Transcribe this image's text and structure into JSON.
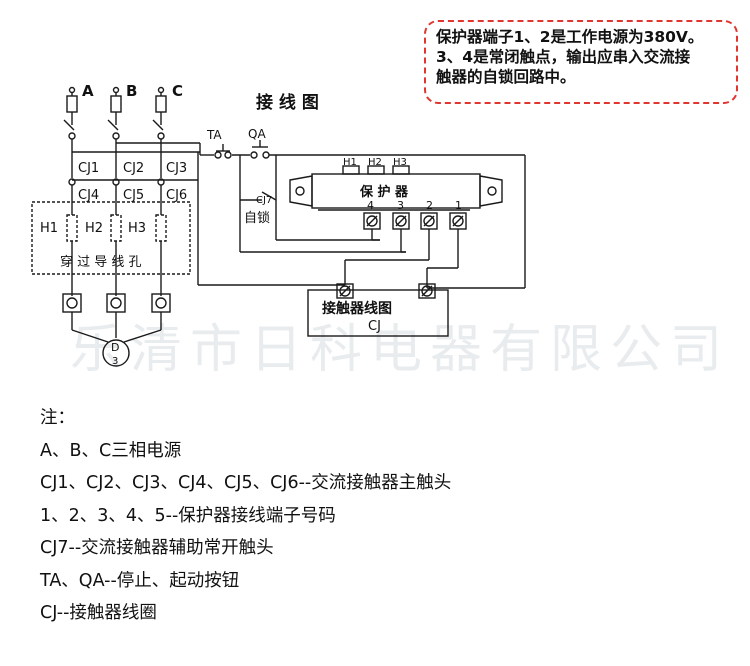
{
  "callout": {
    "lines": [
      "保护器端子1、2是工作电源为380V。",
      "3、4是常闭触点，输出应串入交流接",
      "触器的自锁回路中。"
    ],
    "border_color": "#e0362f"
  },
  "diagram": {
    "title": "接 线 图",
    "phases": [
      "A",
      "B",
      "C"
    ],
    "contacts_top": [
      "CJ1",
      "CJ2",
      "CJ3"
    ],
    "contacts_bottom": [
      "CJ4",
      "CJ5",
      "CJ6"
    ],
    "sensors": [
      "H1",
      "H2",
      "H3"
    ],
    "pass_label": "穿 过 导 线 孔",
    "stop_label": "TA",
    "start_label": "QA",
    "aux_label": "CJ7",
    "aux_text": "自锁",
    "protector_label": "保 护 器",
    "protector_terminals": [
      "H1",
      "H2",
      "H3"
    ],
    "terminal_numbers": [
      "4",
      "3",
      "2",
      "1"
    ],
    "coil_label": "接触器线图",
    "coil_name": "CJ",
    "motor_label": "D",
    "motor_sub": "3"
  },
  "watermark": "乐清市日科电器有限公司",
  "legend": [
    "注：",
    "A、B、C三相电源",
    "CJ1、CJ2、CJ3、CJ4、CJ5、CJ6--交流接触器主触头",
    "1、2、3、4、5--保护器接线端子号码",
    "CJ7--交流接触器辅助常开触头",
    "TA、QA--停止、起动按钮",
    "CJ--接触器线圈"
  ]
}
